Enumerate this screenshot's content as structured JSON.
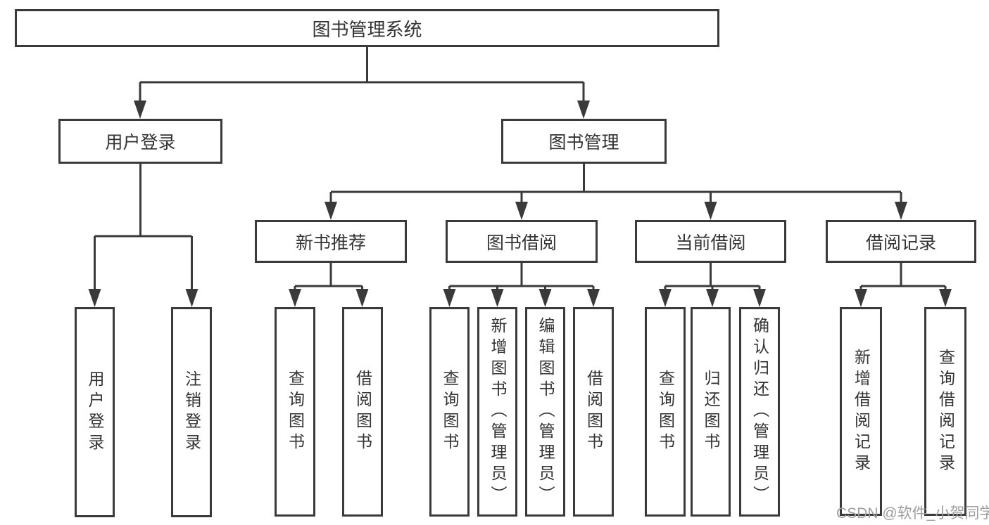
{
  "diagram": {
    "title": "图书管理系统",
    "nodes": {
      "root": "图书管理系统",
      "user_login": "用户登录",
      "book_mgmt": "图书管理",
      "new_book": "新书推荐",
      "book_borrow": "图书借阅",
      "current_borrow": "当前借阅",
      "borrow_records": "借阅记录",
      "ul_login": "用户登录",
      "ul_logout": "注销登录",
      "nb_query": "查询图书",
      "nb_borrow": "借阅图书",
      "bb_query": "查询图书",
      "bb_add": "新增图书（管理员）",
      "bb_edit": "编辑图书（管理员）",
      "bb_borrow": "借阅图书",
      "cb_query": "查询图书",
      "cb_return": "归还图书",
      "cb_confirm": "确认归还（管理员）",
      "br_add": "新增借阅记录",
      "br_query": "查询借阅记录"
    },
    "hierarchy": {
      "root": "图书管理系统",
      "children": [
        {
          "label": "用户登录",
          "children": [
            "用户登录",
            "注销登录"
          ]
        },
        {
          "label": "图书管理",
          "children": [
            {
              "label": "新书推荐",
              "children": [
                "查询图书",
                "借阅图书"
              ]
            },
            {
              "label": "图书借阅",
              "children": [
                "查询图书",
                "新增图书（管理员）",
                "编辑图书（管理员）",
                "借阅图书"
              ]
            },
            {
              "label": "当前借阅",
              "children": [
                "查询图书",
                "归还图书",
                "确认归还（管理员）"
              ]
            },
            {
              "label": "借阅记录",
              "children": [
                "新增借阅记录",
                "查询借阅记录"
              ]
            }
          ]
        }
      ]
    },
    "colors": {
      "line": "#3a3a3a",
      "text": "#333333",
      "background": "#ffffff",
      "watermark": "#9e9e9e"
    }
  },
  "watermark": "CSDN @软件_小贺同学"
}
